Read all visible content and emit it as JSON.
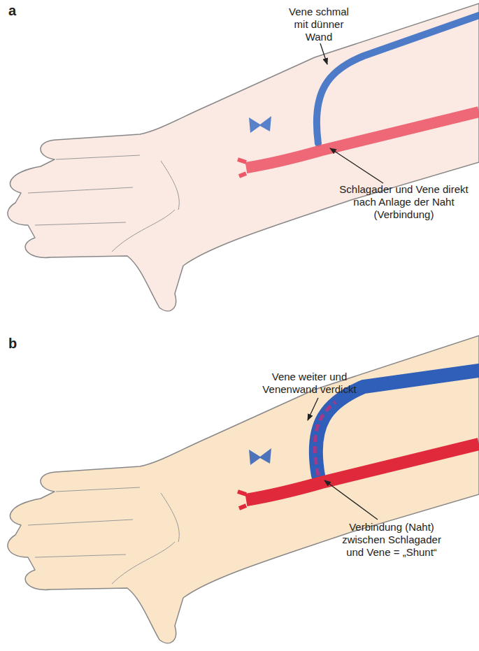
{
  "diagram": {
    "labels": [
      "a",
      "Vene schmal mit dünner Wand",
      "Schlagader und Vene direkt nach Anlage der Naht (Verbindung)",
      "b",
      "Vene weiter und Venenwand verdickt",
      "Verbindung (Naht) zwischen Schlagader und Vene = „Shunt“"
    ]
  }
}
